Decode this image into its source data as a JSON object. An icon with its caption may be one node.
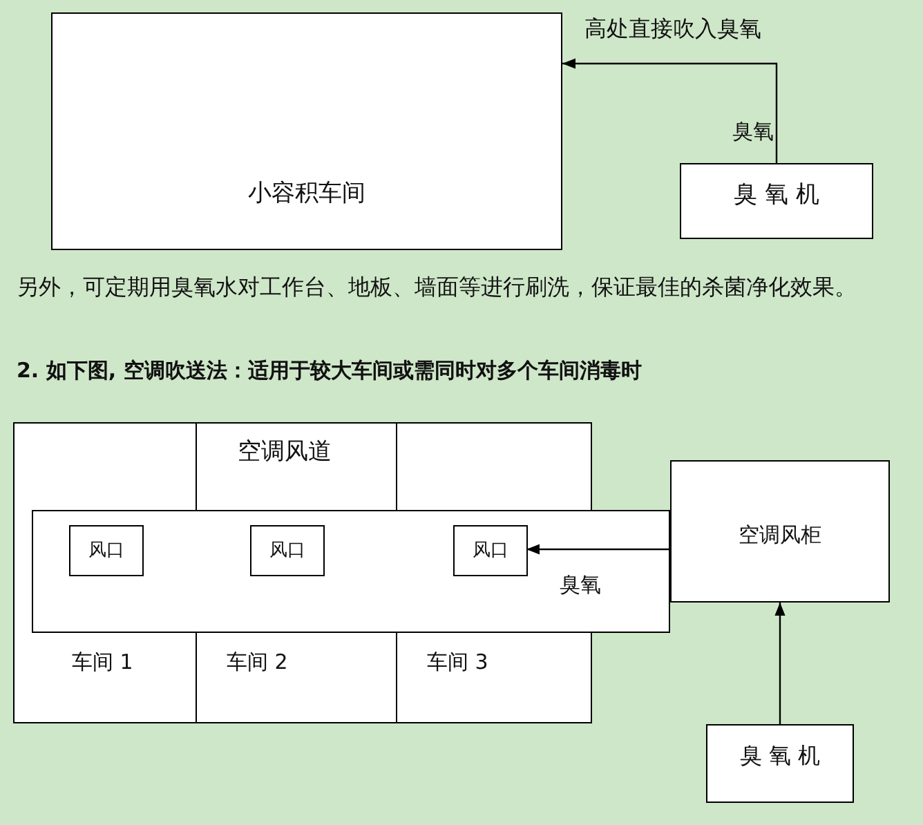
{
  "diagram": {
    "nodes": [
      {
        "text": [
          "小容积车间"
        ]
      },
      {
        "text": [
          "臭 氧 机"
        ]
      },
      {
        "text": [],
        "shape": "box"
      },
      {
        "text": [
          "风口"
        ],
        "in": 2
      },
      {
        "text": [
          "风口"
        ],
        "in": 2
      },
      {
        "text": [
          "风口"
        ],
        "in": 2
      },
      {
        "text": [
          "空调风柜"
        ]
      },
      {
        "text": [
          "臭 氧 机"
        ]
      }
    ],
    "edges": [
      {
        "from": 1,
        "to": 0,
        "arrow": "to",
        "label": "臭氧"
      },
      {
        "from": 7,
        "to": 6,
        "arrow": "to"
      },
      {
        "from": 6,
        "to": 5,
        "arrow": "to",
        "label": "臭氧"
      }
    ],
    "labels": [
      "高处直接吹入臭氧",
      "另外，可定期用臭氧水对工作台、地板、墙面等进行刷洗，保证最佳的杀菌净化效果。",
      "2. 如下图, 空调吹送法：适用于较大车间或需同时对多个车间消毒时",
      "空调风道",
      "车间 1",
      "车间 2",
      "车间 3"
    ]
  }
}
